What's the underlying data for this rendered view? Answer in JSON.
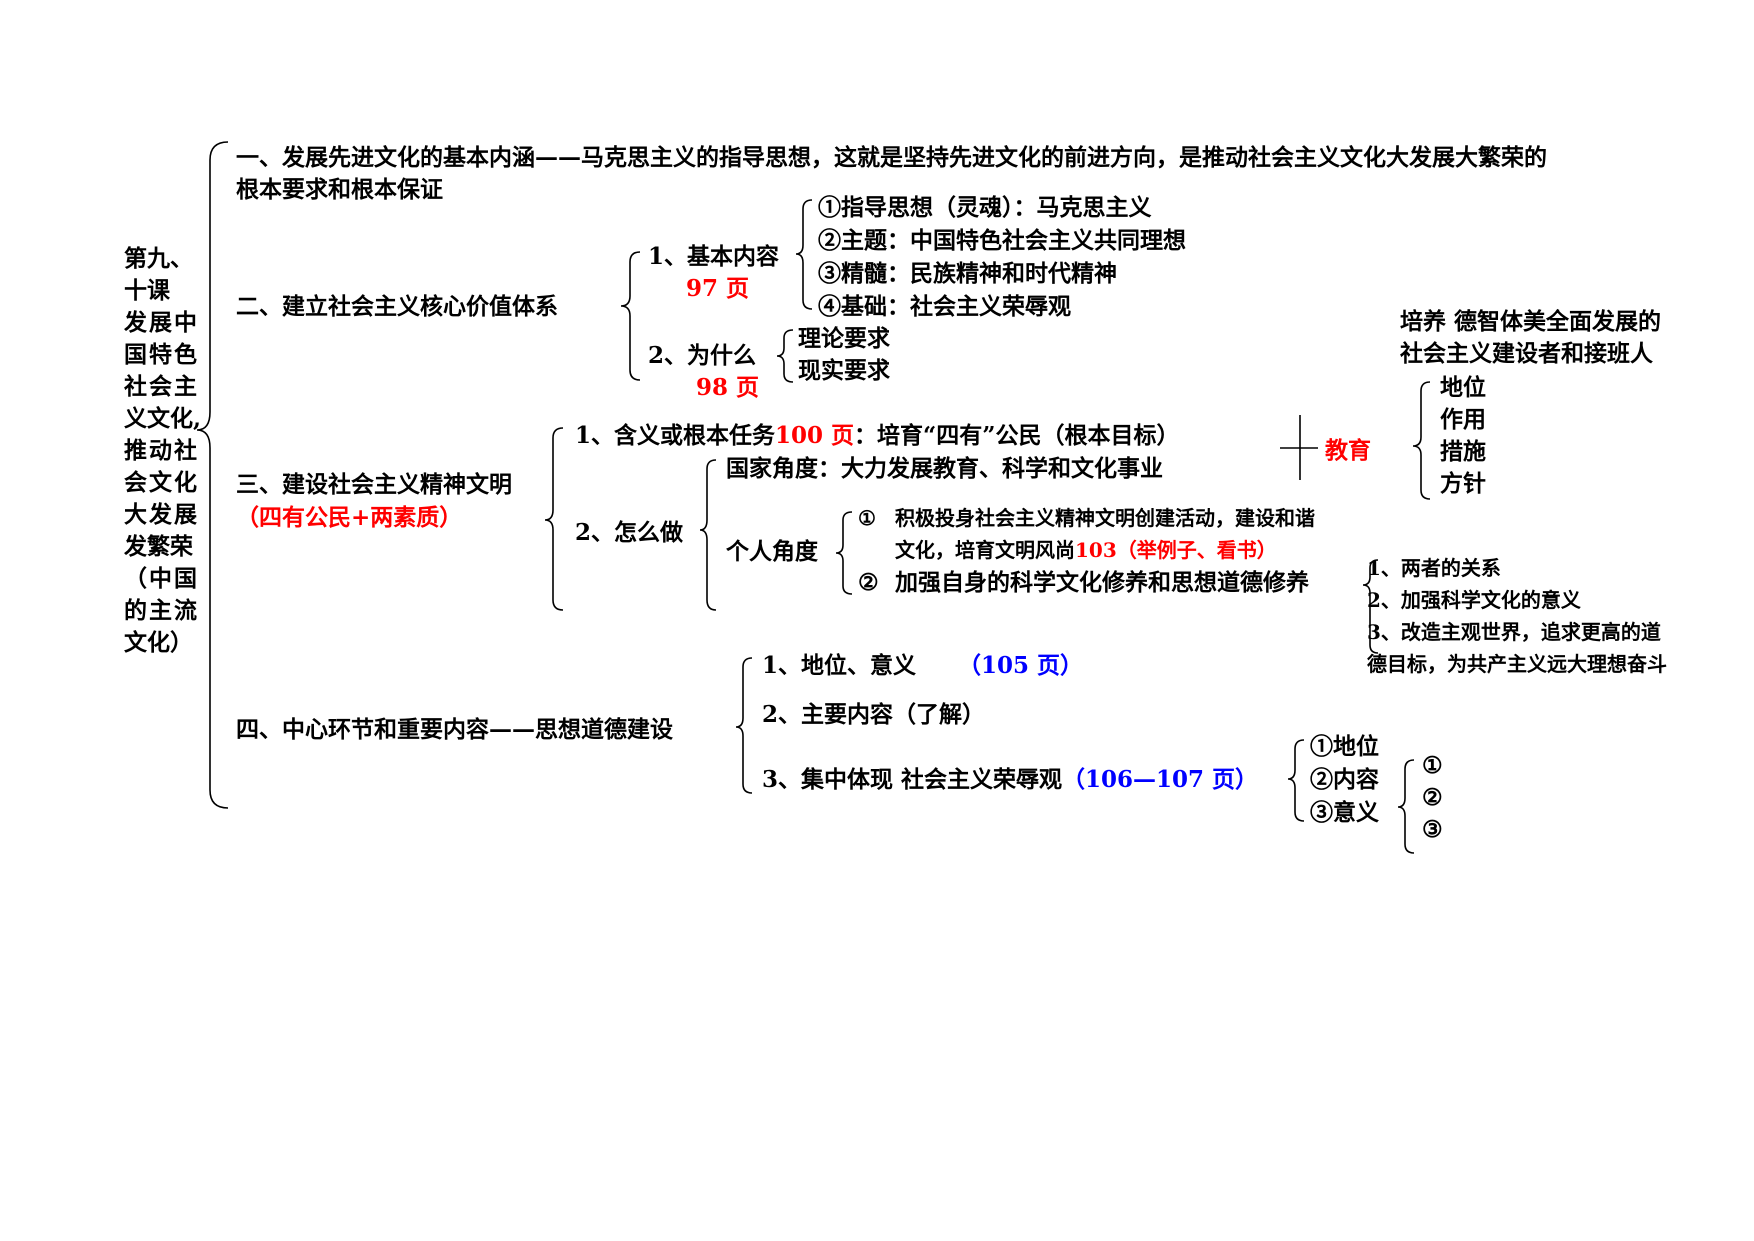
{
  "colors": {
    "red": "#ff0000",
    "blue": "#0000ff",
    "text": "#000000"
  },
  "root": {
    "lines": [
      "第九、",
      "十课",
      "发展中",
      "国特色",
      "社会主",
      "义文化,",
      "推动社",
      "会文化",
      "大发展",
      "发繁荣",
      "（中国",
      "的主流",
      "文化）"
    ]
  },
  "s1": {
    "line1": "一、发展先进文化的基本内涵——马克思主义的指导思想，这就是坚持先进文化的前进方向，是推动社会主义文化大发展大繁荣的",
    "line2": "根本要求和根本保证"
  },
  "s2": {
    "title": "二、建立社会主义核心价值体系",
    "content_label": "1、基本内容",
    "content_page": "97 页",
    "items": [
      "①指导思想（灵魂）：马克思主义",
      "②主题：中国特色社会主义共同理想",
      "③精髓：民族精神和时代精神",
      "④基础：社会主义荣辱观"
    ],
    "why_label": "2、为什么",
    "why_page": "98 页",
    "why_items": [
      "理论要求",
      "现实要求"
    ]
  },
  "edu": {
    "cultivate_line1": "培养  德智体美全面发展的",
    "cultivate_line2": "社会主义建设者和接班人",
    "label": "教育",
    "items": [
      "地位",
      "作用",
      "措施",
      "方针"
    ]
  },
  "s3": {
    "title": "三、建设社会主义精神文明",
    "subtitle": "（四有公民+两素质）",
    "meaning_prefix": "1、含义或根本任务",
    "meaning_page": "100 页",
    "meaning_suffix": "：培育“四有”公民（根本目标）",
    "how_label": "2、怎么做",
    "national": "国家角度：大力发展教育、科学和文化事业",
    "personal_label": "个人角度",
    "p1_num": "①",
    "p1_line1": "积极投身社会主义精神文明创建活动，建设和谐",
    "p1_line2_prefix": "文化，培育文明风尚",
    "p1_page": "103（举例子、看书）",
    "p2_num": "②",
    "p2": "加强自身的科学文化修养和思想道德修养",
    "p2_items": [
      "1、两者的关系",
      "2、加强科学文化的意义",
      "3、改造主观世界，追求更高的道",
      "德目标，为共产主义远大理想奋斗"
    ]
  },
  "s4": {
    "title": "四、中心环节和重要内容——思想道德建设",
    "item1": "1、地位、意义",
    "item1_page": "（105 页）",
    "item2": "2、主要内容（了解）",
    "item3": "3、集中体现  社会主义荣辱观",
    "item3_page": "（106—107 页）",
    "sub": [
      "①地位",
      "②内容",
      "③意义"
    ],
    "subsub": [
      "①",
      "②",
      "③"
    ]
  }
}
